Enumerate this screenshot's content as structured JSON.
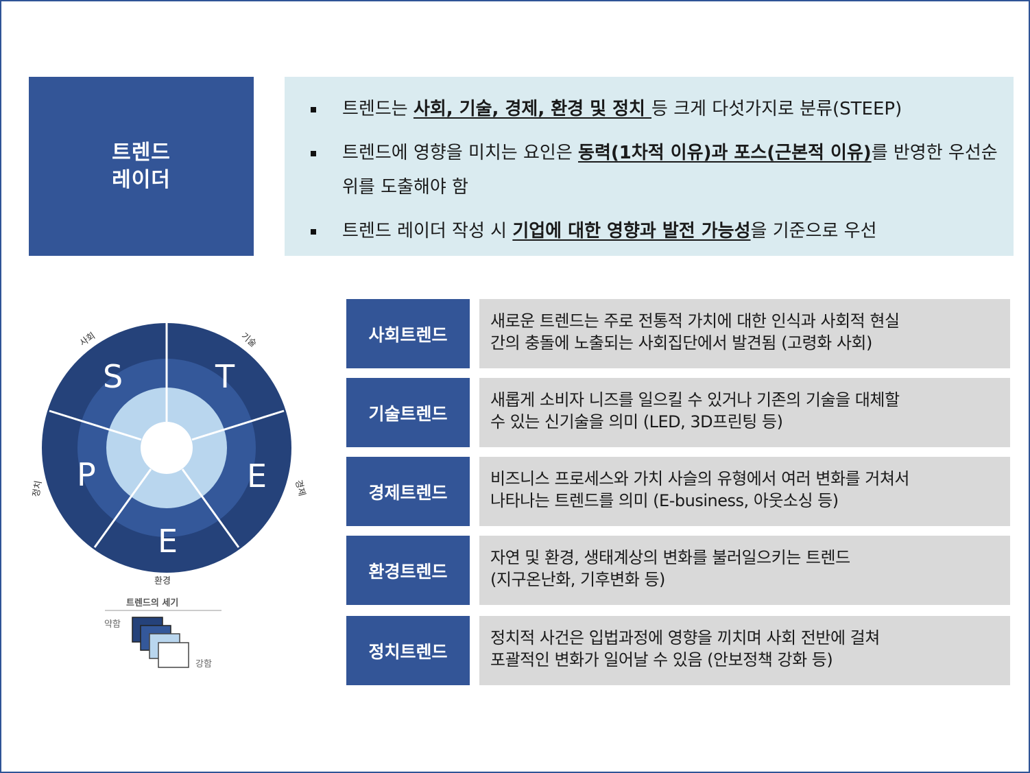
{
  "title": {
    "line1": "트렌드",
    "line2": "레이더"
  },
  "summary": {
    "bullets": [
      {
        "before": "트렌드는 ",
        "bold": "사회, 기술, 경제, 환경 및 정치 ",
        "after": "등 크게 다섯가지로 분류(STEEP)"
      },
      {
        "before": "트렌드에 영향을 미치는 요인은 ",
        "bold": "동력(1차적 이유)과 포스(근본적 이유)",
        "after": "를 반영한 우선순위를 도출해야 함"
      },
      {
        "before": "트렌드 레이더 작성 시 ",
        "bold": "기업에 대한 영향과 발전 가능성",
        "after": "을 기준으로 우선"
      }
    ]
  },
  "trends": [
    {
      "label": "사회트렌드",
      "desc_line1": "새로운 트렌드는 주로 전통적 가치에 대한 인식과 사회적 현실",
      "desc_line2": "간의 충돌에 노출되는 사회집단에서 발견됨 (고령화 사회)"
    },
    {
      "label": "기술트렌드",
      "desc_line1": "새롭게 소비자 니즈를 일으킬 수 있거나 기존의 기술을 대체할",
      "desc_line2": "수 있는 신기술을 의미 (LED, 3D프린팅 등)"
    },
    {
      "label": "경제트렌드",
      "desc_line1": "비즈니스 프로세스와 가치 사슬의 유형에서 여러 변화를 거쳐서",
      "desc_line2": "나타나는 트렌드를 의미 (E-business, 아웃소싱 등)"
    },
    {
      "label": "환경트렌드",
      "desc_line1": "자연 및 환경, 생태계상의 변화를 불러일으키는 트렌드",
      "desc_line2": "(지구온난화, 기후변화 등)"
    },
    {
      "label": "정치트렌드",
      "desc_line1": "정치적 사건은 입법과정에 영향을 끼치며 사회 전반에 걸쳐",
      "desc_line2": "포괄적인 변화가 일어날 수 있음 (안보정책 강화 등)"
    }
  ],
  "diagram": {
    "segments": [
      {
        "letter": "S",
        "name": "사회"
      },
      {
        "letter": "T",
        "name": "기술"
      },
      {
        "letter": "E",
        "name": "경제"
      },
      {
        "letter": "E",
        "name": "환경"
      },
      {
        "letter": "P",
        "name": "정치"
      }
    ],
    "legend": {
      "title": "트렌드의 세기",
      "weak": "약함",
      "strong": "강함"
    },
    "colors": {
      "outer": "#25427a",
      "middle": "#34589a",
      "inner": "#b9d6ee",
      "center": "#ffffff"
    }
  }
}
